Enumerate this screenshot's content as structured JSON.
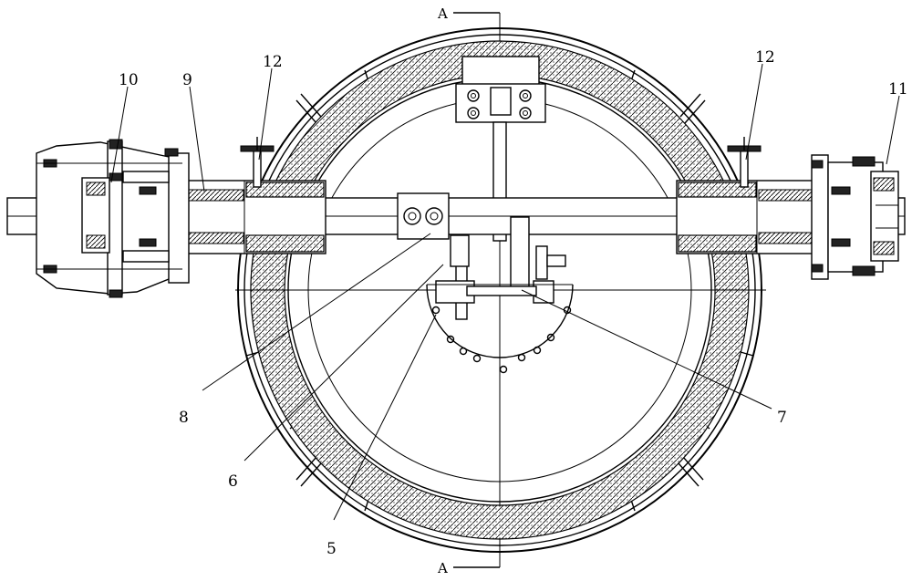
{
  "section_marks": {
    "top": "A",
    "bottom": "A"
  },
  "callouts": [
    {
      "id": "label-10",
      "text": "10"
    },
    {
      "id": "label-9",
      "text": "9"
    },
    {
      "id": "label-12-left",
      "text": "12"
    },
    {
      "id": "label-12-right",
      "text": "12"
    },
    {
      "id": "label-11",
      "text": "11"
    },
    {
      "id": "label-8",
      "text": "8"
    },
    {
      "id": "label-7",
      "text": "7"
    },
    {
      "id": "label-6",
      "text": "6"
    },
    {
      "id": "label-5",
      "text": "5"
    }
  ]
}
